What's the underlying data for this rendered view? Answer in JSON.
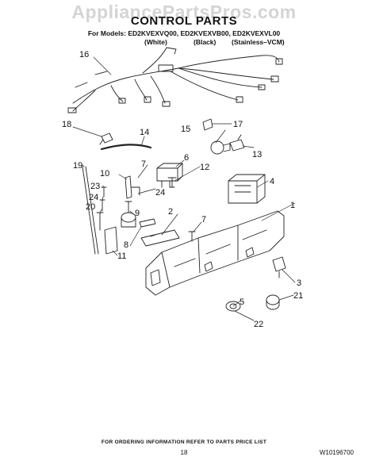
{
  "watermark": "AppliancePartsPros.com",
  "title": "CONTROL PARTS",
  "models_line": "For Models: ED2KVEXVQ00, ED2KVEXVB00, ED2KVEXVL00",
  "colors": [
    "(White)",
    "(Black)",
    "(Stainless–VCM)"
  ],
  "callouts": {
    "c1": "1",
    "c2": "2",
    "c3": "3",
    "c4": "4",
    "c5": "5",
    "c6": "6",
    "c7a": "7",
    "c7b": "7",
    "c8": "8",
    "c9": "9",
    "c10": "10",
    "c11": "11",
    "c12": "12",
    "c13": "13",
    "c14": "14",
    "c15": "15",
    "c16": "16",
    "c17": "17",
    "c18": "18",
    "c19": "19",
    "c20": "20",
    "c21": "21",
    "c22": "22",
    "c23": "23",
    "c24a": "24",
    "c24b": "24"
  },
  "footer": {
    "note": "FOR ORDERING INFORMATION REFER TO PARTS PRICE LIST",
    "page": "18",
    "doc_number": "W10196700"
  }
}
